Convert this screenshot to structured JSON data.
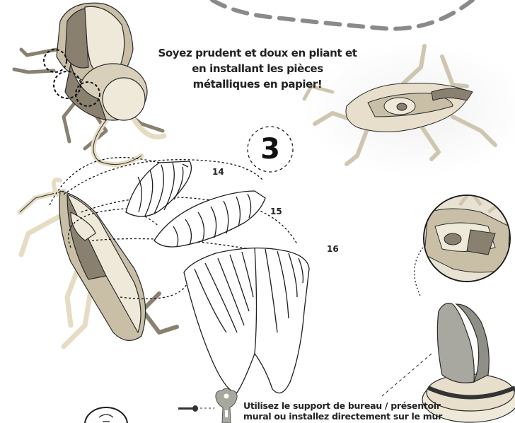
{
  "instructions": {
    "tip_line1": "Soyez prudent et doux en pliant et",
    "tip_line2": "en installant les pièces",
    "tip_line3": "métalliques en papier!"
  },
  "step": {
    "number": "3"
  },
  "parts": [
    {
      "label": "14"
    },
    {
      "label": "15"
    },
    {
      "label": "16"
    }
  ],
  "footer": {
    "line1": "Utilisez le support de bureau / présentoir",
    "line2": "mural ou installez directement sur le mur"
  },
  "colors": {
    "metal_light": "#efe9d9",
    "metal_mid": "#c9bfa7",
    "metal_dark": "#8a8070",
    "stand_gray": "#a8a8a0",
    "line": "#1e1e1e",
    "dash_gray": "#8a8a8a"
  },
  "icons": [
    "zoom-lens-icon",
    "wall-mount-icon",
    "pin-icon"
  ]
}
